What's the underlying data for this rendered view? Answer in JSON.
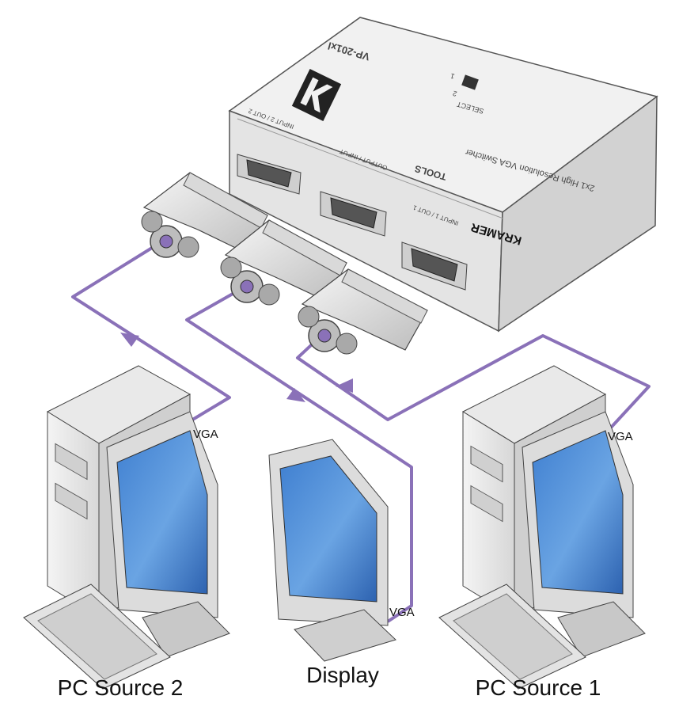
{
  "diagram": {
    "device": {
      "model": "VP-201xl",
      "description": "2x1 High Resolution VGA Switcher",
      "brand": "KRAMER",
      "brand_line": "TOOLS",
      "select_label": "SELECT",
      "select_options": [
        "1",
        "2"
      ],
      "ports": [
        "INPUT 2 / OUT 2",
        "OUTPUT / INPUT",
        "INPUT 1 / OUT 1"
      ]
    },
    "cable_labels": {
      "source2": "VGA",
      "display": "VGA",
      "source1": "VGA"
    },
    "captions": {
      "source2": "PC Source 2",
      "display": "Display",
      "source1": "PC Source 1"
    },
    "colors": {
      "cable": "#8a71b8",
      "screen": "#4c86c9",
      "device_top": "#f2f2f2",
      "device_front": "#e6e6e6"
    }
  }
}
